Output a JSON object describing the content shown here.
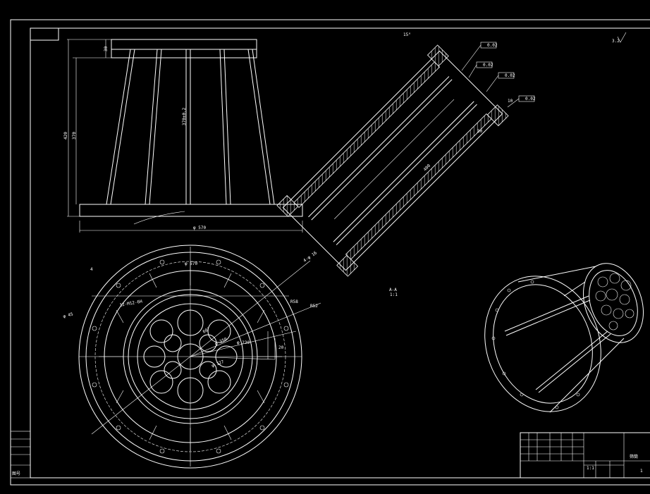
{
  "colors": {
    "background": "#000000",
    "lines": "#ffffff"
  },
  "front_view": {
    "dim_top": "30",
    "dim_height_outer": "420",
    "dim_height_inner": "370",
    "dim_mid": "370±0.2",
    "dim_base": "φ 570"
  },
  "section_view": {
    "dim_angle": "15°",
    "dim_length": "400",
    "dim_width": "30",
    "dim_small": "10",
    "tolerance_1": "0.02",
    "tolerance_2": "0.02",
    "tolerance_3": "0.02",
    "tolerance_4": "0.02",
    "section_label": "A-A",
    "section_scale": "1:1"
  },
  "top_view": {
    "dim_outer": "φ 570",
    "dim_bolt": "4-φ 16",
    "dim_holes": "12-M12-6H",
    "dim_r1": "R58",
    "dim_r2": "R52",
    "dim_c1": "φ 45",
    "dim_c2": "φ 230",
    "dim_c3": "φ 350",
    "dim_c4": "φ 127",
    "dim_angle": "60°",
    "dim_w": "20",
    "dim_x": "4"
  },
  "roughness": {
    "label": "3.2"
  },
  "title_block": {
    "rows": [
      "",
      "",
      "",
      "",
      ""
    ],
    "name": "筛筒",
    "scale": "1:1",
    "sheet": "1",
    "left_strip": "图号"
  }
}
